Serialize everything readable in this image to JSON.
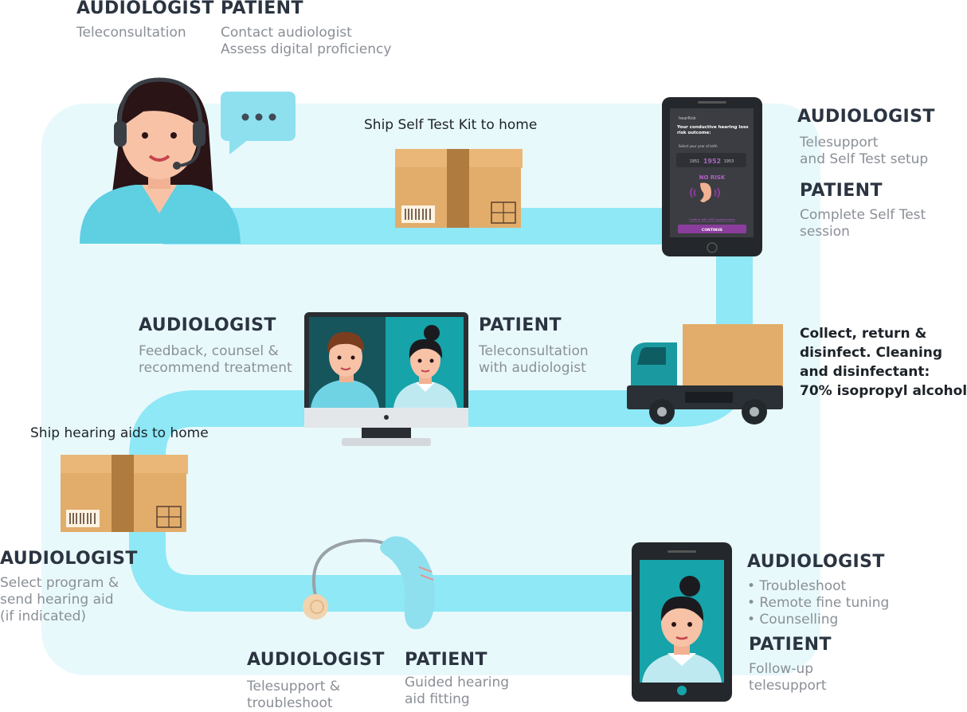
{
  "sections": {
    "teleconsult": {
      "audiologist_role": "AUDIOLOGIST",
      "audiologist_text": [
        "Teleconsultation"
      ],
      "patient_role": "PATIENT",
      "patient_text": [
        "Contact audiologist",
        "Assess digital proficiency"
      ]
    },
    "ship_kit": {
      "caption": "Ship Self Test Kit to home"
    },
    "self_test": {
      "audiologist_role": "AUDIOLOGIST",
      "audiologist_text": [
        "Telesupport",
        "and Self Test setup"
      ],
      "patient_role": "PATIENT",
      "patient_text": [
        "Complete Self Test",
        "session"
      ]
    },
    "collect": {
      "caption": [
        "Collect, return &",
        "disinfect. Cleaning",
        "and disinfectant:",
        "70% isopropyl alcohol"
      ]
    },
    "video_call": {
      "audiologist_role": "AUDIOLOGIST",
      "audiologist_text": [
        "Feedback, counsel &",
        "recommend treatment"
      ],
      "patient_role": "PATIENT",
      "patient_text": [
        "Teleconsultation",
        "with audiologist"
      ]
    },
    "ship_aids": {
      "caption": "Ship hearing aids to home"
    },
    "select_program": {
      "audiologist_role": "AUDIOLOGIST",
      "audiologist_text": [
        "Select program &",
        "send hearing aid",
        "(if indicated)"
      ]
    },
    "fitting": {
      "audiologist_role": "AUDIOLOGIST",
      "audiologist_text": [
        "Telesupport &",
        "troubleshoot"
      ],
      "patient_role": "PATIENT",
      "patient_text": [
        "Guided hearing",
        "aid fitting"
      ]
    },
    "followup": {
      "audiologist_role": "AUDIOLOGIST",
      "audiologist_text": [
        "• Troubleshoot",
        "• Remote fine tuning",
        "• Counselling"
      ],
      "patient_role": "PATIENT",
      "patient_text": [
        "Follow-up",
        "telesupport"
      ]
    }
  },
  "tablet_screen": {
    "app_name": "hearRisk",
    "heading": "Your conductive hearing loss risk outcome:",
    "prompt": "Select your year of birth",
    "years": [
      "1951",
      "1952",
      "1953"
    ],
    "result": "NO RISK",
    "link": "Confirm with 1952 questionnaire",
    "button": "CONTINUE"
  },
  "colors": {
    "path": "#8ee8f5",
    "panel": "#e8f9fc",
    "box": "#e2ad6b",
    "box_tape": "#b07b3e",
    "truck_teal": "#1a9aa0",
    "screen_teal": "#16a3aa",
    "accent_purple": "#8a3d9c"
  }
}
